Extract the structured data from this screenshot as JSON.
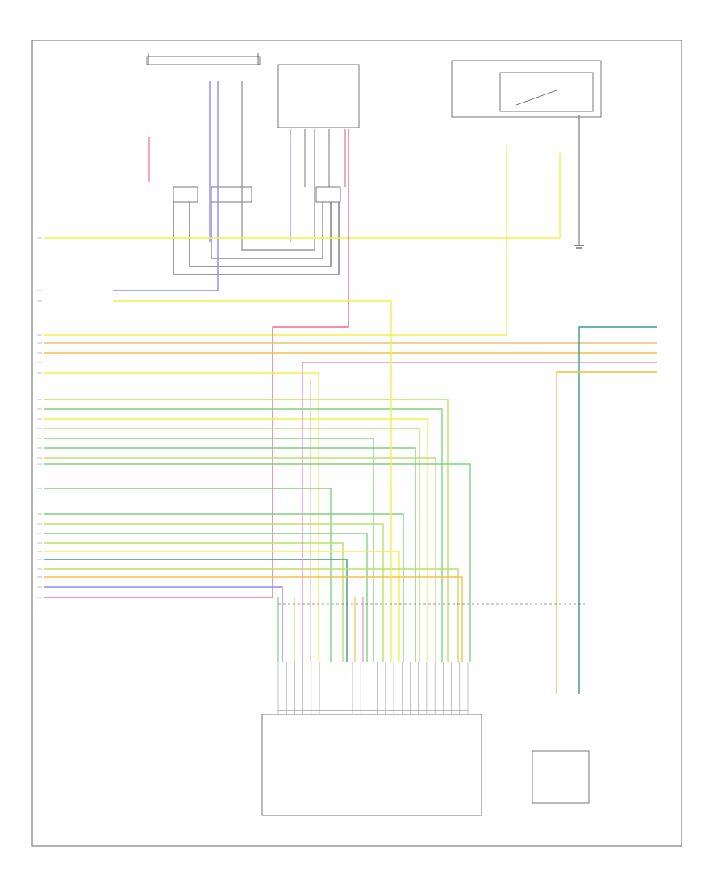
{
  "diagram": {
    "page_ref": "",
    "components": [
      {
        "id": "top-left-module",
        "label": "",
        "interactive": false
      },
      {
        "id": "top-mid-module",
        "label": "",
        "interactive": false
      },
      {
        "id": "top-right-relay",
        "label": "",
        "interactive": false
      },
      {
        "id": "transmission-module",
        "label": "",
        "interactive": false
      },
      {
        "id": "sensor-connector",
        "label": "",
        "interactive": false
      }
    ],
    "colors": {
      "yellow": "#f4f04a",
      "blue": "#7f86e6",
      "dark": "#555555",
      "red": "#f06a8a",
      "pink": "#f090c8",
      "orange": "#f4bf4a",
      "tan": "#e8c07a",
      "green": "#7fd27f",
      "lightgreen": "#b8e26a",
      "teal": "#3e9a8a",
      "lavender": "#c9a6ff",
      "violet": "#b46be6"
    },
    "left_wire_count": 24,
    "bottom_pin_count": 24,
    "note": ""
  }
}
